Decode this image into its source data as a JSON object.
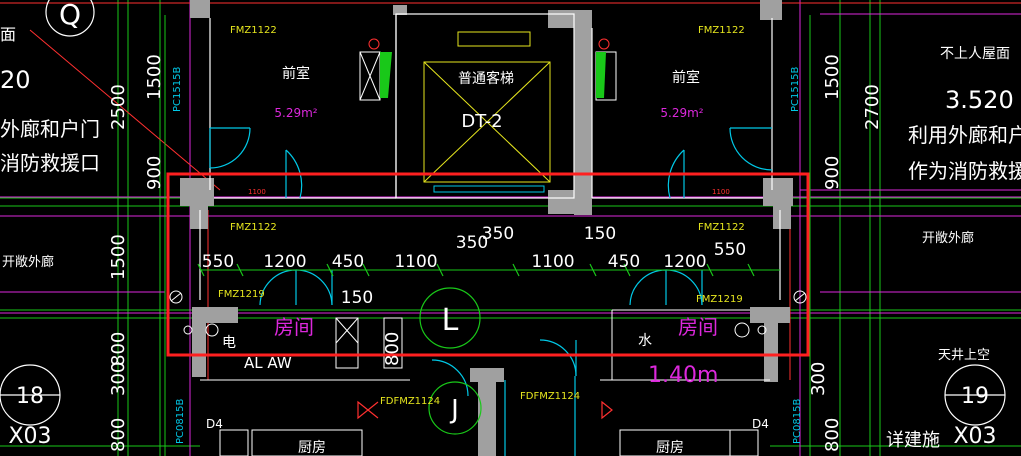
{
  "colors": {
    "background": "#000000",
    "white": "#ffffff",
    "green": "#19c819",
    "yellow": "#e6e61e",
    "cyan": "#00c8e6",
    "magenta": "#dc28dc",
    "red": "#ff3030",
    "grey": "#a0a0a0",
    "highlight_box": "#ff2020",
    "blue_hatch": "#3c5ae6"
  },
  "labels": {
    "axis_q": "Q",
    "axis_l": "L",
    "axis_j": "J",
    "bubble_left_num": "18",
    "bubble_left_sheet": "X03",
    "bubble_right_num": "19",
    "bubble_right_sheet": "X03",
    "left_face": "面",
    "left_elev": "20",
    "left_fire1": "外廊和户门",
    "left_fire2": "消防救援口",
    "left_open_corridor": "开敞外廊",
    "right_no_roof": "不上人屋面",
    "right_elev": "3.520",
    "right_fire1": "利用外廊和户",
    "right_fire2": "作为消防救援",
    "right_open_corridor": "开敞外廊",
    "right_atrium": "天井上空",
    "right_detail": "详建施",
    "lobby_left": "前室",
    "lobby_right": "前室",
    "lobby_area_left": "5.29m²",
    "lobby_area_right": "5.29m²",
    "elevator_name": "普通客梯",
    "elevator_tag": "DT-2",
    "door_fmz_1": "FMZ1122",
    "door_fmz_2": "FMZ1122",
    "door_fmz_3": "FMZ1122",
    "door_fmz_4": "FMZ1122",
    "door_fmz1219_left": "FMZ1219",
    "door_fmz1219_right": "FMZ1219",
    "door_fdfm_left": "FDFMZ1124",
    "door_fdfm_right": "FDFMZ1124",
    "pc_left_top": "PC1515B",
    "pc_right_top": "PC1515B",
    "pc_left_bottom": "PC0815B",
    "pc_right_bottom": "PC0815B",
    "room_left": "房间",
    "room_right": "房间",
    "elec": "电",
    "water": "水",
    "al_aw": "AL  AW",
    "elev_140": "1.40m",
    "wall_small_1": "1100",
    "wall_small_2": "1100",
    "d4_left": "D4",
    "d4_right": "D4",
    "kitchen_left": "厨房",
    "kitchen_right": "厨房",
    "dim_v_1500_top": "1500",
    "dim_v_2500": "2500",
    "dim_v_900_left": "900",
    "dim_v_1500_left_low": "1500",
    "dim_v_800_left": "800",
    "dim_v_300_left": "300",
    "dim_v_800_left2": "800",
    "dim_v_1500_right": "1500",
    "dim_v_2700": "2700",
    "dim_v_900_right": "900",
    "dim_v_300_right": "300",
    "dim_v_800_right": "800",
    "dim_v_800_mid": "800"
  },
  "dim_row": [
    "550",
    "1200",
    "450",
    "1100",
    "1100",
    "450",
    "1200",
    "550"
  ],
  "dims_extra": {
    "d350_a": "350",
    "d350_b": "350",
    "d150_a": "150",
    "d150_b": "150"
  }
}
